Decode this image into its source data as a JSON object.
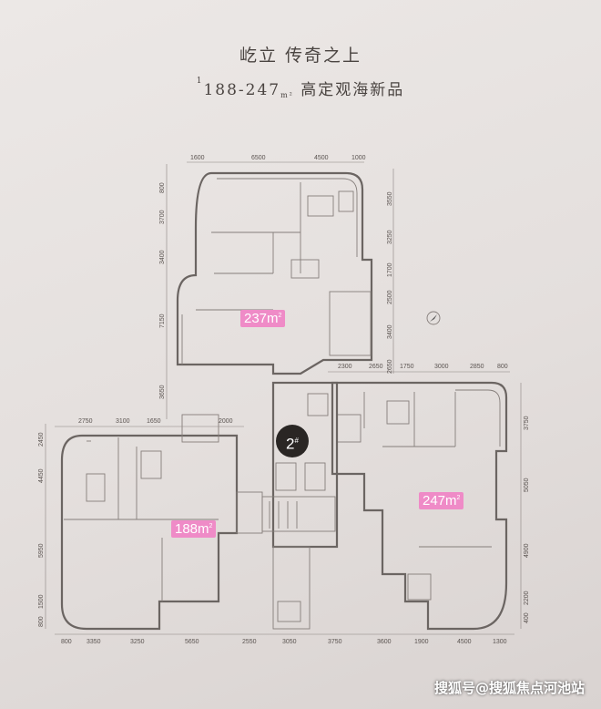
{
  "heading": {
    "main": "屹立 传奇之上",
    "sub_prefix": "1",
    "sub_range": "188-247",
    "sub_unit": "m²",
    "sub_text": "高定观海新品"
  },
  "units": [
    {
      "area": "237",
      "unit": "m",
      "sup": "2"
    },
    {
      "area": "247",
      "unit": "m",
      "sup": "2"
    },
    {
      "area": "188",
      "unit": "m",
      "sup": "2"
    }
  ],
  "building": {
    "number": "2",
    "sup": "#"
  },
  "dimensions": {
    "top_upper": [
      "1600",
      "6500",
      "4500",
      "1000"
    ],
    "top_lower_left": [
      "2750",
      "3100",
      "1650"
    ],
    "top_lower_mid": [
      "2000"
    ],
    "top_right": [
      "2300",
      "2650",
      "1750",
      "3000",
      "2850",
      "800"
    ],
    "bottom": [
      "800",
      "3350",
      "3250",
      "5650",
      "2550",
      "3050",
      "3750",
      "3600",
      "1900",
      "4500",
      "1300"
    ],
    "left_upper": [
      "800",
      "3700",
      "3400",
      "7150",
      "3650"
    ],
    "left_lower": [
      "2450",
      "4450",
      "5950",
      "1500",
      "800"
    ],
    "right_upper": [
      "3550",
      "3250",
      "1700",
      "2500",
      "3400",
      "2650"
    ],
    "right_lower": [
      "3750",
      "5050",
      "4900",
      "2200",
      "400"
    ]
  },
  "watermark": "搜狐号@搜狐焦点河池站"
}
